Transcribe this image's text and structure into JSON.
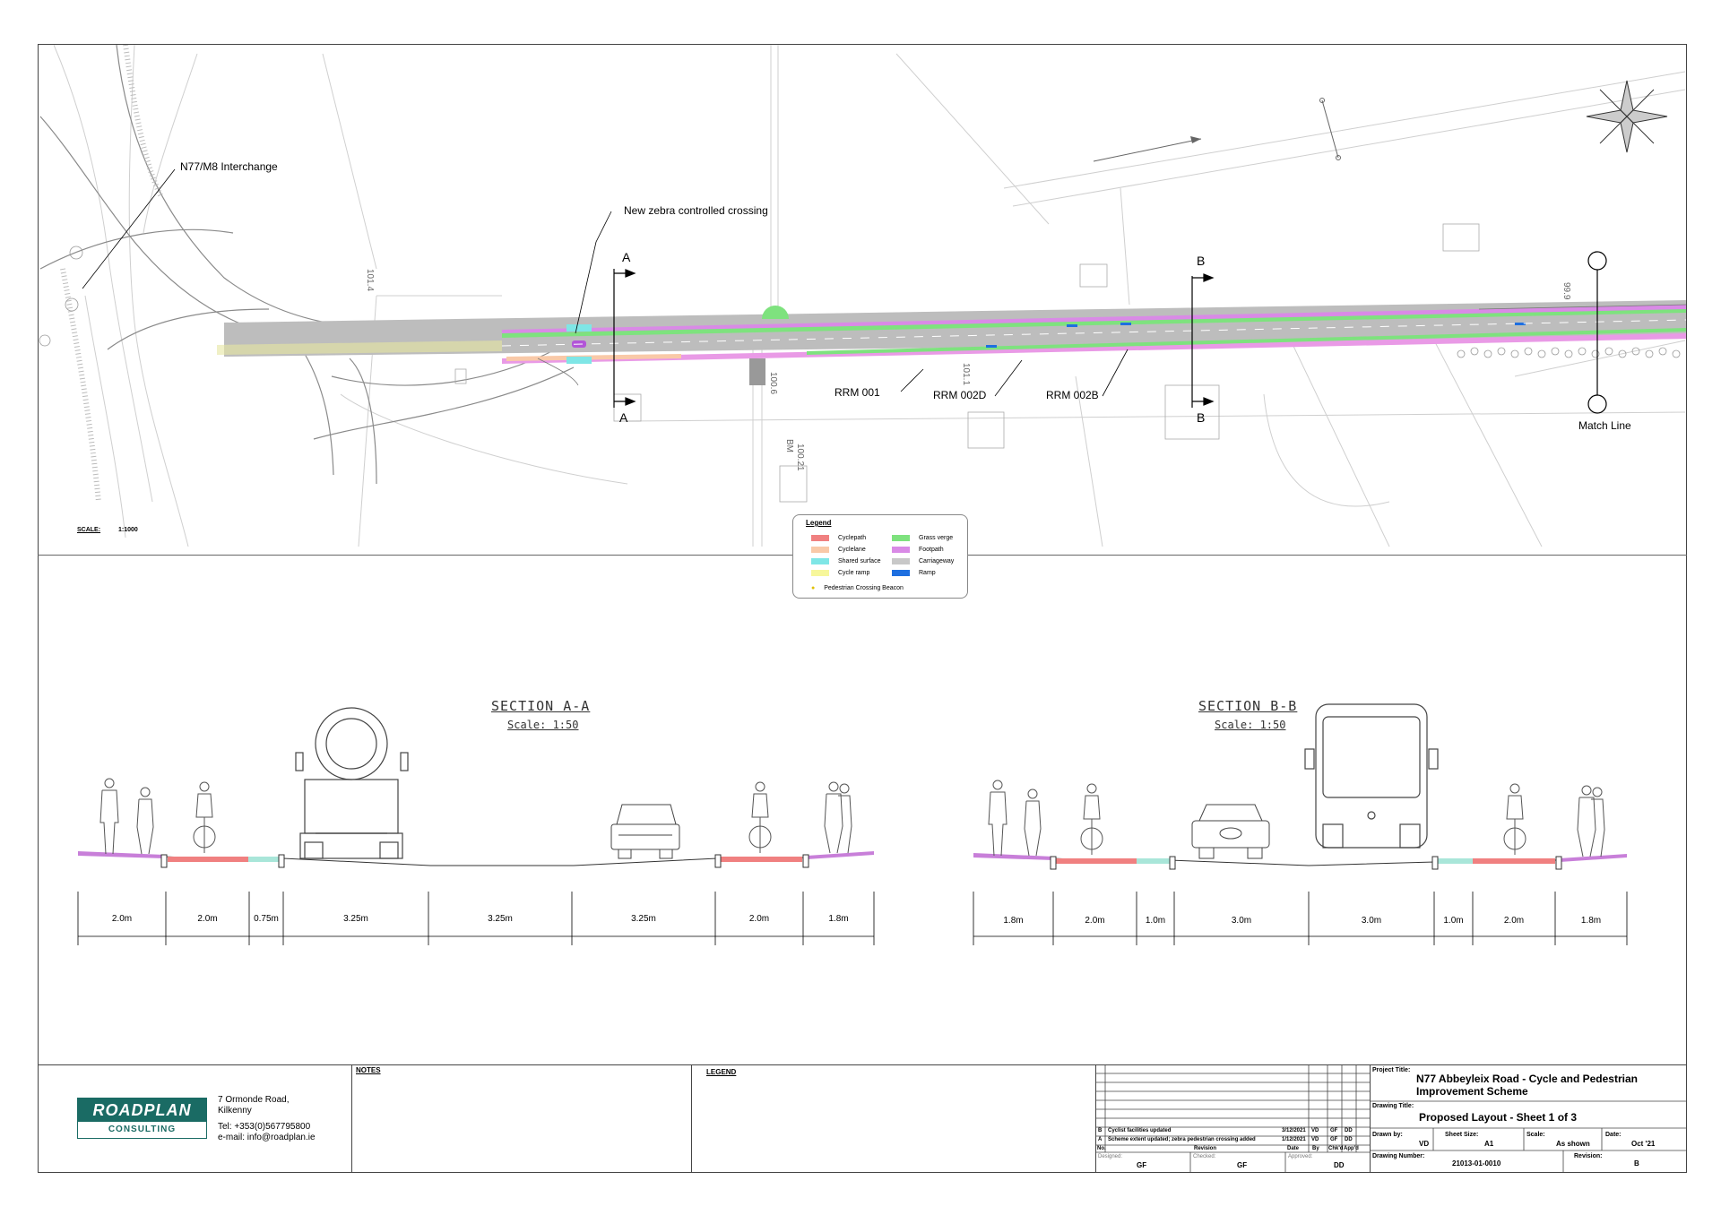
{
  "plan": {
    "scale_label": "SCALE:",
    "scale_value": "1:1000",
    "annotations": {
      "interchange": "N77/M8 Interchange",
      "zebra": "New zebra controlled crossing",
      "rrm001": "RRM 001",
      "rrm002d": "RRM 002D",
      "rrm002b": "RRM 002B",
      "match_line": "Match Line",
      "section_a_top": "A",
      "section_a_bottom": "A",
      "section_b_top": "B",
      "section_b_bottom": "B"
    },
    "levels": [
      "101.4",
      "99.9",
      "101.1",
      "100.6",
      "BM",
      "100.21"
    ]
  },
  "legend": {
    "title": "Legend",
    "items": [
      {
        "label": "Cyclepath",
        "color": "#f08080"
      },
      {
        "label": "Grass verge",
        "color": "#7ee27e"
      },
      {
        "label": "Cyclelane",
        "color": "#f9c9a8"
      },
      {
        "label": "Footpath",
        "color": "#d98ae6"
      },
      {
        "label": "Shared surface",
        "color": "#7fe6e6"
      },
      {
        "label": "Carriageway",
        "color": "#c8c8c8"
      },
      {
        "label": "Cycle ramp",
        "color": "#f7f79b"
      },
      {
        "label": "Ramp",
        "color": "#1e6fe0"
      }
    ],
    "beacon": "Pedestrian Crossing Beacon"
  },
  "sections": {
    "a": {
      "title": "SECTION  A-A",
      "scale": "Scale:  1:50",
      "dims": [
        "2.0m",
        "2.0m",
        "0.75m",
        "3.25m",
        "3.25m",
        "3.25m",
        "2.0m",
        "1.8m"
      ]
    },
    "b": {
      "title": "SECTION  B-B",
      "scale": "Scale:  1:50",
      "dims": [
        "1.8m",
        "2.0m",
        "1.0m",
        "3.0m",
        "3.0m",
        "1.0m",
        "2.0m",
        "1.8m"
      ]
    }
  },
  "titleblock": {
    "company": {
      "name": "ROADPLAN",
      "sub": "CONSULTING",
      "address1": "7 Ormonde Road,",
      "address2": "Kilkenny",
      "tel": "Tel:  +353(0)567795800",
      "email": "e-mail:  info@roadplan.ie"
    },
    "notes_label": "NOTES",
    "legend_label": "LEGEND",
    "revisions": [
      {
        "no": "B",
        "desc": "Cyclist facilities updated",
        "date": "3/12/2021",
        "by": "VD",
        "chk": "GF",
        "app": "DD"
      },
      {
        "no": "A",
        "desc": "Scheme extent updated; zebra pedestrian crossing added",
        "date": "1/12/2021",
        "by": "VD",
        "chk": "GF",
        "app": "DD"
      }
    ],
    "rev_headers": {
      "no": "No.",
      "revision": "Revision",
      "date": "Date",
      "by": "By",
      "chk": "Chk'd",
      "app": "App'd"
    },
    "designed_label": "Designed:",
    "designed": "GF",
    "checked_label": "Checked:",
    "checked": "GF",
    "approved_label": "Approved:",
    "approved": "DD",
    "project_title_label": "Project Title:",
    "project_title_1": "N77 Abbeyleix Road - Cycle and Pedestrian",
    "project_title_2": "Improvement Scheme",
    "drawing_title_label": "Drawing Title:",
    "drawing_title": "Proposed Layout - Sheet 1 of 3",
    "drawn_by_label": "Drawn by:",
    "drawn_by": "VD",
    "sheet_size_label": "Sheet Size:",
    "sheet_size": "A1",
    "scale_label": "Scale:",
    "scale": "As shown",
    "date_label": "Date:",
    "date": "Oct '21",
    "drawing_number_label": "Drawing Number:",
    "drawing_number": "21013-01-0010",
    "revision_label": "Revision:",
    "revision": "B"
  }
}
